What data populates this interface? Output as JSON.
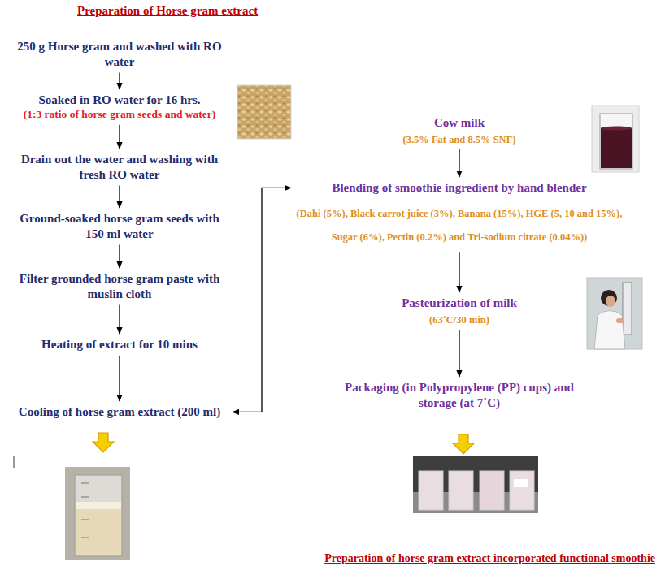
{
  "diagram": {
    "title": "Preparation of Horse gram extract",
    "caption": "Preparation of horse gram extract incorporated functional smoothie",
    "nodes": [
      {
        "text": [
          "250 g Horse gram and washed with RO water"
        ]
      },
      {
        "text": [
          "Soaked in RO water for 16 hrs.",
          "(1:3 ratio of horse gram seeds and water)"
        ]
      },
      {
        "text": [
          "Drain out the water and washing with fresh RO water"
        ]
      },
      {
        "text": [
          "Ground-soaked horse gram seeds with 150 ml water"
        ]
      },
      {
        "text": [
          "Filter grounded horse gram paste with muslin cloth"
        ]
      },
      {
        "text": [
          "Heating of extract for 10 mins"
        ]
      },
      {
        "text": [
          "Cooling of horse gram extract (200 ml)"
        ]
      },
      {
        "text": [
          "Cow milk",
          "(3.5% Fat and 8.5% SNF)"
        ]
      },
      {
        "text": [
          "Blending of smoothie ingredient by hand blender",
          "(Dahi (5%), Black carrot juice (3%), Banana (15%), HGE (5, 10 and 15%), Sugar (6%), Pectin (0.2%) and Tri-sodium citrate (0.04%))"
        ]
      },
      {
        "text": [
          "Pasteurization of milk",
          "(63˚C/30 min)"
        ]
      },
      {
        "text": [
          "Packaging (in Polypropylene (PP) cups) and storage (at 7˚C)"
        ]
      }
    ],
    "edges": [
      {
        "from": 0,
        "to": 1,
        "arrow": "to"
      },
      {
        "from": 1,
        "to": 2,
        "arrow": "to"
      },
      {
        "from": 2,
        "to": 3,
        "arrow": "to"
      },
      {
        "from": 3,
        "to": 4,
        "arrow": "to"
      },
      {
        "from": 4,
        "to": 5,
        "arrow": "to"
      },
      {
        "from": 5,
        "to": 6,
        "arrow": "to"
      },
      {
        "from": 6,
        "to": 8,
        "arrow": "both"
      },
      {
        "from": 7,
        "to": 8,
        "arrow": "to"
      },
      {
        "from": 8,
        "to": 9,
        "arrow": "to"
      },
      {
        "from": 9,
        "to": 10,
        "arrow": "to"
      }
    ]
  }
}
